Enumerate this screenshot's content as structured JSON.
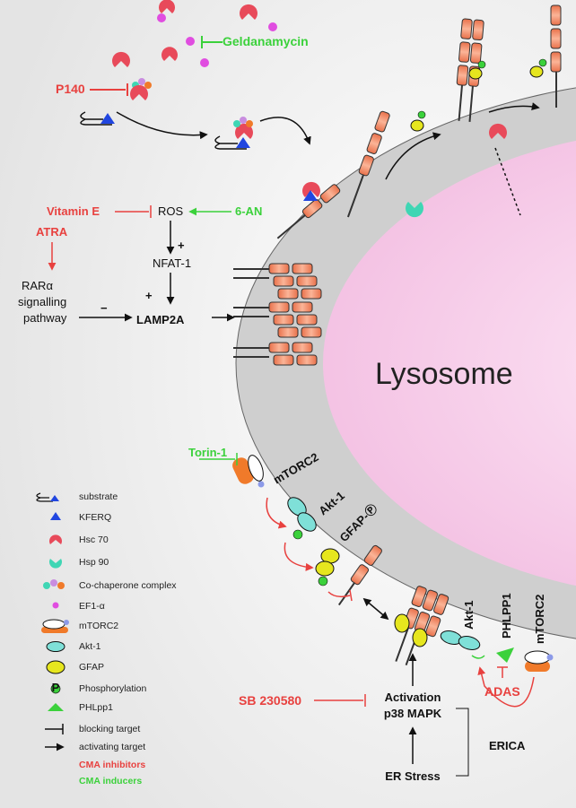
{
  "colors": {
    "inhibitor": "#e8413f",
    "inducer": "#3bd13b",
    "hsc70": "#e84a5a",
    "hsp90": "#3fd6b4",
    "kferq": "#2146e0",
    "lamp2a": "#f08a62",
    "membrane": "#cfcfcf",
    "lumen": "#f6c6e6",
    "akt": "#7fe0d8",
    "gfap": "#e6e61e",
    "mtorc2": "#f07a2a"
  },
  "top": {
    "geldanamycin": "Geldanamycin",
    "p140": "P140"
  },
  "pathway": {
    "vitamin_e": "Vitamin E",
    "ros": "ROS",
    "six_an": "6-AN",
    "atra": "ATRA",
    "nfat1": "NFAT-1",
    "plus": "+",
    "minus": "−",
    "rar_line1": "RARα",
    "rar_line2": "signalling",
    "rar_line3": "pathway",
    "lamp2a": "LAMP2A"
  },
  "lysosome": {
    "label": "Lysosome"
  },
  "lower": {
    "torin1": "Torin-1",
    "mtorc2_left": "mTORC2",
    "akt1_left": "Akt-1",
    "gfap_p": "GFAP-Ⓟ",
    "akt1_right": "Akt-1",
    "phlpp1": "PHLPP1",
    "mtorc2_right": "mTORC2",
    "adas": "ADAS",
    "sb": "SB 230580",
    "activation": "Activation",
    "p38": "p38 MAPK",
    "erica": "ERICA",
    "er_stress": "ER Stress",
    "p": "P"
  },
  "legend": {
    "items": [
      "substrate",
      "KFERQ",
      "Hsc 70",
      "Hsp 90",
      "Co-chaperone complex",
      "EF1-α",
      "mTORC2",
      "Akt-1",
      "GFAP",
      "Phosphorylation",
      "PHLpp1",
      "blocking target",
      "activating target"
    ],
    "inhibitors": "CMA inhibitors",
    "inducers": "CMA inducers"
  }
}
